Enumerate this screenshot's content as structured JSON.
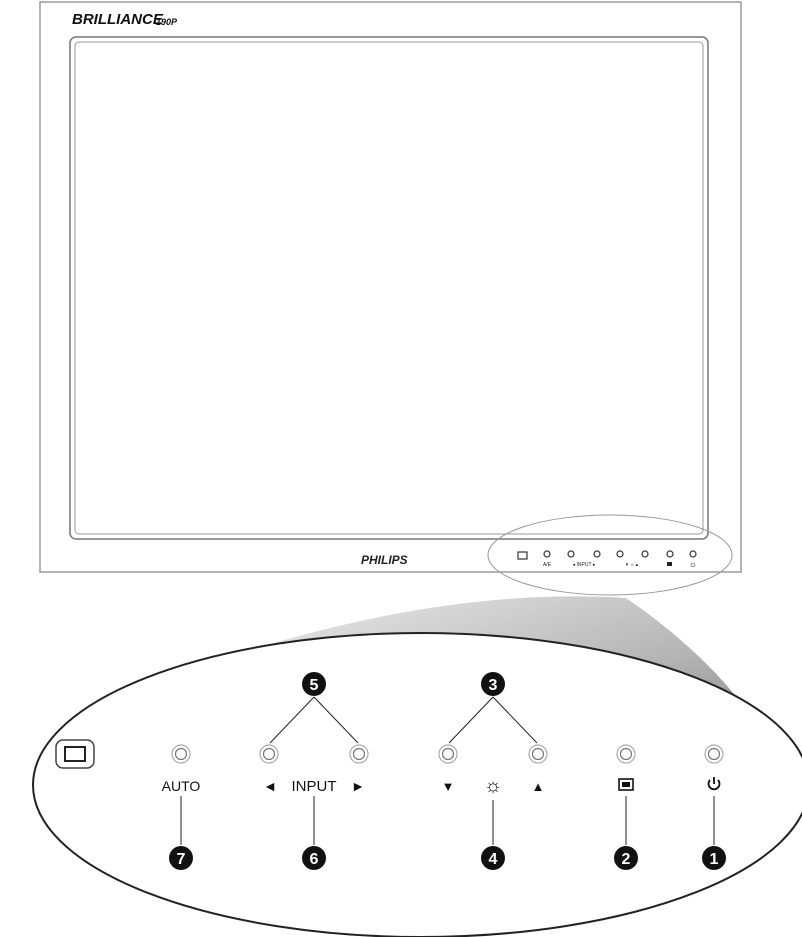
{
  "monitor": {
    "brand": "BRILLIANCE",
    "model": "190P",
    "logo": "PHILIPS"
  },
  "small_panel": {
    "auto": "A/E",
    "input": "◂ INPUT ▸",
    "brightness": "▾ ☼ ▴",
    "menu_icon": "menu-icon",
    "power_icon": "power-icon"
  },
  "panel": {
    "auto_label": "AUTO",
    "input_label": "INPUT",
    "left_arrow": "◄",
    "right_arrow": "►",
    "down_arrow": "▼",
    "up_arrow": "▲",
    "brightness_icon": "☼"
  },
  "callouts": {
    "c1": "1",
    "c2": "2",
    "c3": "3",
    "c4": "4",
    "c5": "5",
    "c6": "6",
    "c7": "7"
  }
}
